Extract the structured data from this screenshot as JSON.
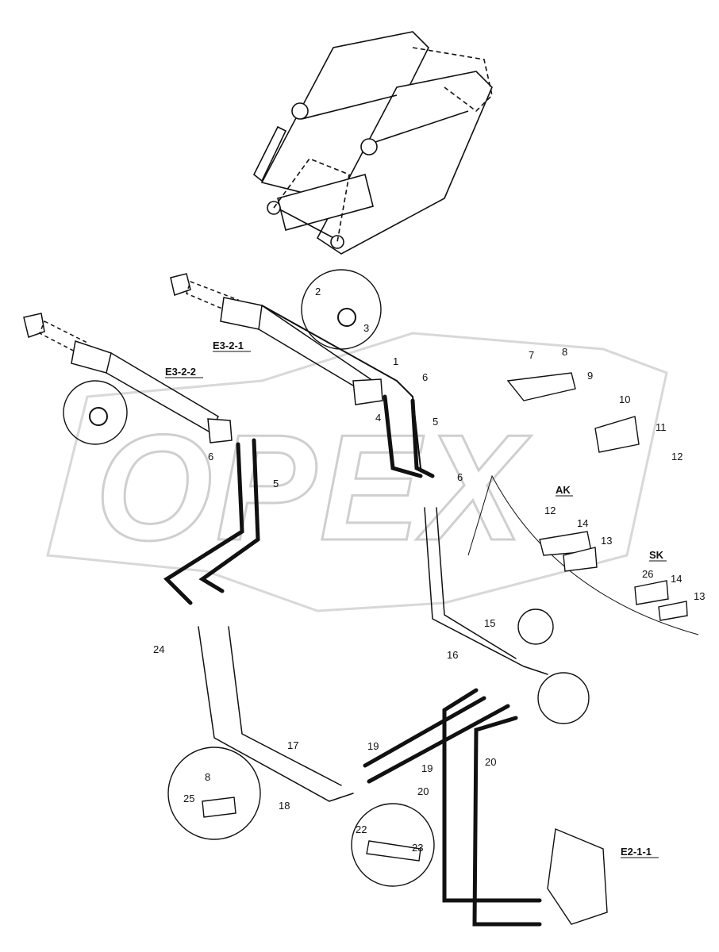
{
  "watermark": "OPEX",
  "colors": {
    "ink": "#111111",
    "watermark": "#d8d8d8",
    "background": "#ffffff"
  },
  "references": [
    "E3-2-1",
    "E3-2-2",
    "E2-1-1"
  ],
  "variants": [
    "AK",
    "SK"
  ],
  "callouts": [
    "1",
    "2",
    "3",
    "4",
    "5",
    "5",
    "6",
    "6",
    "6",
    "7",
    "8",
    "8",
    "9",
    "10",
    "11",
    "12",
    "12",
    "13",
    "13",
    "14",
    "14",
    "15",
    "16",
    "17",
    "18",
    "19",
    "19",
    "20",
    "20",
    "22",
    "23",
    "24",
    "25",
    "26"
  ]
}
